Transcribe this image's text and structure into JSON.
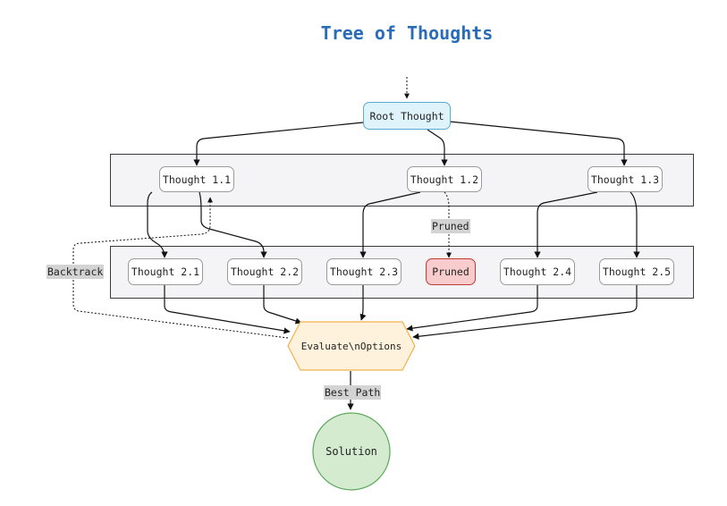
{
  "title": "Tree of Thoughts",
  "nodes": {
    "root": "Root Thought",
    "t11": "Thought 1.1",
    "t12": "Thought 1.2",
    "t13": "Thought 1.3",
    "t21": "Thought 2.1",
    "t22": "Thought 2.2",
    "t23": "Thought 2.3",
    "pruned": "Pruned",
    "t24": "Thought 2.4",
    "t25": "Thought 2.5",
    "evaluate": "Evaluate\\nOptions",
    "solution": "Solution"
  },
  "edge_labels": {
    "pruned": "Pruned",
    "backtrack": "Backtrack",
    "best_path": "Best Path"
  },
  "colors": {
    "title": "#2b6cb8",
    "root_fill": "#dff3fb",
    "root_border": "#5aaad2",
    "pruned_fill": "#f8cccc",
    "pruned_border": "#c0393b",
    "evaluate_fill": "#fff2dc",
    "evaluate_border": "#f0b24a",
    "solution_fill": "#d5ebd0",
    "solution_border": "#5aa85a",
    "group_fill": "#f4f4f6",
    "label_bg": "#d3d3d3"
  }
}
